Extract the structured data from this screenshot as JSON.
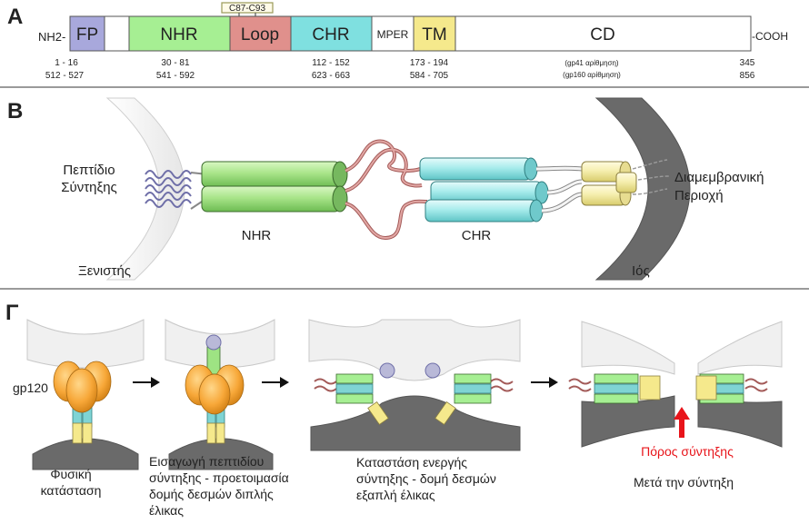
{
  "panels": {
    "a": "A",
    "b": "B",
    "c": "Γ"
  },
  "panel_a": {
    "left_terminal": "NH2-",
    "right_terminal": "-COOH",
    "domains": [
      {
        "label": "FP",
        "color": "#a8a8dc"
      },
      {
        "label": "",
        "color": "#ffffff"
      },
      {
        "label": "NHR",
        "color": "#a6ef93"
      },
      {
        "label": "Loop",
        "color": "#e0908c"
      },
      {
        "label": "CHR",
        "color": "#7fe0e0"
      },
      {
        "label": "MPER",
        "color": "#ffffff"
      },
      {
        "label": "TM",
        "color": "#f5e98c"
      },
      {
        "label": "CD",
        "color": "#ffffff"
      }
    ],
    "disulfide": "C87-C93",
    "ranges_gp41": [
      "1 - 16",
      "30 - 81",
      "112 - 152",
      "173 - 194",
      "345"
    ],
    "ranges_gp160": [
      "512 - 527",
      "541 - 592",
      "623 - 663",
      "584 - 705",
      "856"
    ],
    "note_gp41": "(gp41 αρίθμηση)",
    "note_gp160": "(gp160 αρίθμηση)"
  },
  "panel_b": {
    "fusion_peptide": [
      "Πεπτίδιο",
      "Σύντηξης"
    ],
    "host": "Ξενιστής",
    "nhr": "NHR",
    "chr": "CHR",
    "transmembrane": [
      "Διαμεμβρανική",
      "Περιοχή"
    ],
    "virus": "Ιός"
  },
  "panel_c": {
    "gp120": "gp120",
    "captions": [
      [
        "Φυσική",
        "κατάσταση"
      ],
      [
        "Εισαγωγή πεπτιδίου",
        "σύντηξης - προετοιμασία",
        "δομής δεσμών διπλής",
        "έλικας"
      ],
      [
        "Καταστάση ενεργής",
        "σύντηξης - δομή δεσμών",
        "εξαπλή έλικας"
      ],
      [
        "Μετά την σύντηξη"
      ]
    ],
    "fusion_pore": "Πόρος σύντηξης",
    "pore_color": "#e8141a"
  }
}
